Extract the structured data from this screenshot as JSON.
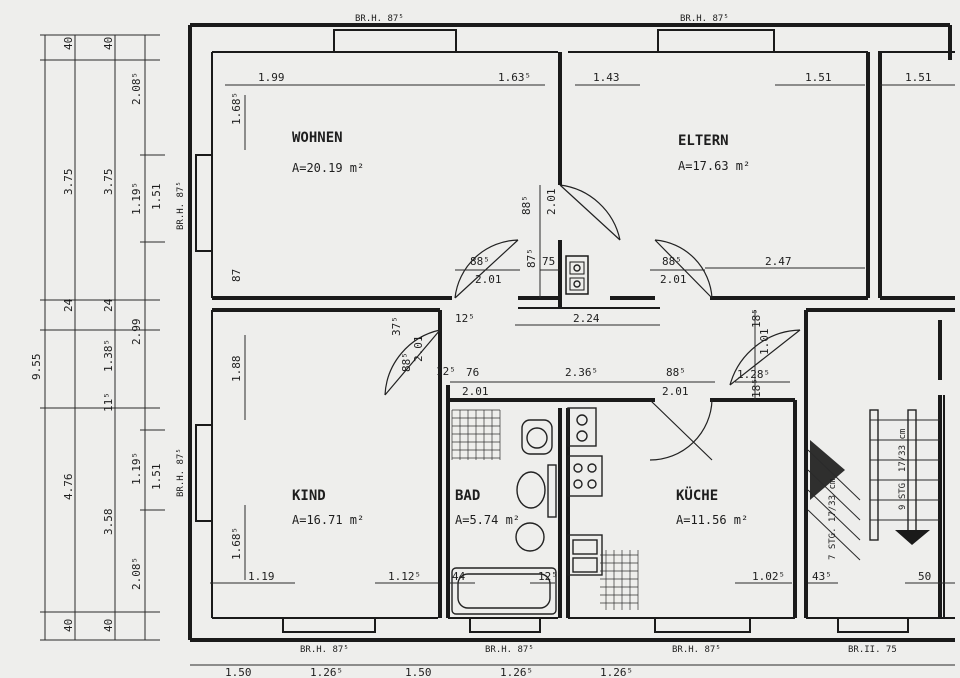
{
  "rooms": [
    {
      "name": "WOHNEN",
      "area": "A=20.19 m²"
    },
    {
      "name": "ELTERN",
      "area": "A=17.63 m²"
    },
    {
      "name": "KIND",
      "area": "A=16.71 m²"
    },
    {
      "name": "BAD",
      "area": "A=5.74 m²"
    },
    {
      "name": "KÜCHE",
      "area": "A=11.56 m²"
    }
  ],
  "sill_labels": {
    "top_left": "BR.H. 87⁵",
    "top_right": "BR.H. 87⁵",
    "left_upper": "BR.H. 87⁵",
    "left_lower": "BR.H. 87⁵",
    "bottom_1": "BR.H. 87⁵",
    "bottom_2": "BR.H. 87⁵",
    "bottom_3": "BR.H. 87⁵",
    "bottom_4": "BR.II. 75"
  },
  "dimensions": {
    "wohnen_w1": "1.99",
    "wohnen_w2": "1.63⁵",
    "wohnen_h": "1.68⁵",
    "wohnen_87": "87",
    "eltern_w1": "1.43",
    "eltern_w2": "1.51",
    "right_w": "1.51",
    "hall_885": "88⁵",
    "hall_201": "2.01",
    "hall_875": "87⁵",
    "hall_75": "75",
    "hall_885b": "88⁵",
    "hall_201b": "2.01",
    "hall_885c": "88⁵",
    "hall_201c": "2.01",
    "eltern_247": "2.47",
    "hall_224": "2.24",
    "kind_885": "88⁵",
    "kind_201": "2.01",
    "kind_375": "37⁵",
    "kind_125": "12⁵",
    "hall_125": "12⁵",
    "hall_76": "76",
    "hall_2365": "2.36⁵",
    "hall_201d": "2.01",
    "hall_885d": "88⁵",
    "hall_201e": "2.01",
    "right_1285": "1.28⁵",
    "right_101": "1.01",
    "right_185": "18⁵",
    "right_185b": "18⁵",
    "kind_188": "1.88",
    "kind_1685": "1.68⁵",
    "kind_119": "1.19",
    "kind_1125": "1.12⁵",
    "bad_44": "44",
    "bad_125": "12⁵",
    "kueche_1025": "1.02⁵",
    "stair_435": "43⁵",
    "stair_50": "50",
    "left_40a": "40",
    "left_40b": "40",
    "left_2085": "2.08⁵",
    "left_375a": "3.75",
    "left_375b": "3.75",
    "left_1195": "1.19⁵",
    "left_151": "1.51",
    "left_24a": "24",
    "left_24b": "24",
    "left_299": "2.99",
    "left_1385": "1.38⁵",
    "left_955": "9.55",
    "left_115": "11⁵",
    "left_476": "4.76",
    "left_1195b": "1.19⁵",
    "left_151b": "1.51",
    "left_358": "3.58",
    "left_2085b": "2.08⁵",
    "left_40c": "40",
    "left_40d": "40",
    "bottom_1": "1.50",
    "bottom_2": "1.26⁵",
    "bottom_3": "1.50",
    "bottom_4": "1.26⁵",
    "bottom_5": "1.26⁵"
  },
  "stairs": {
    "left_label": "7 STG. 17/33 cm",
    "right_label": "9 STG. 17/33 cm"
  }
}
